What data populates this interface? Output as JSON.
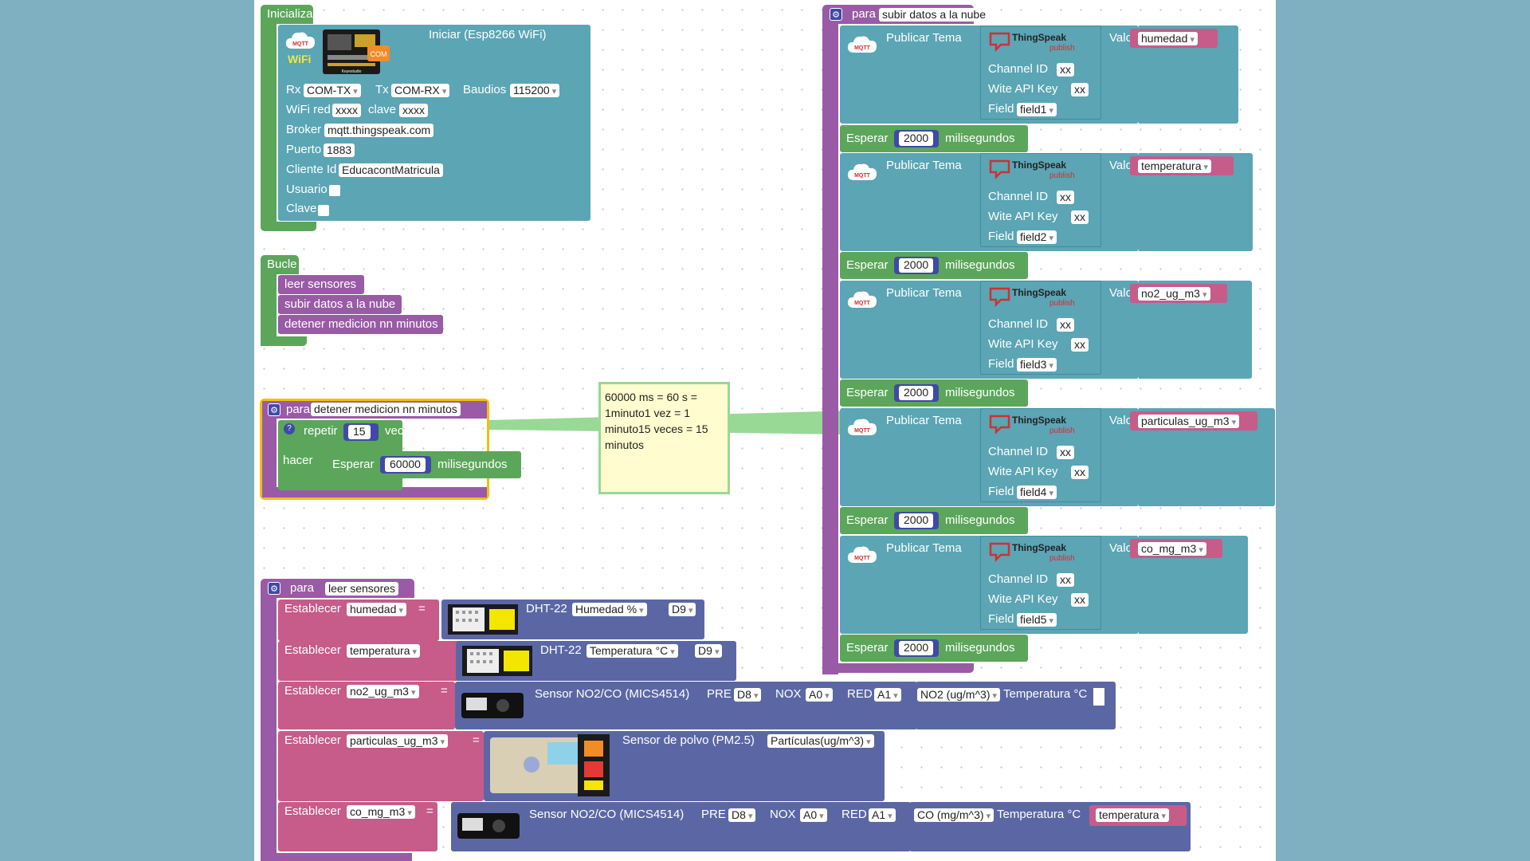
{
  "colors": {
    "green": "#5ba65b",
    "teal": "#5ba5b5",
    "purple": "#995ba5",
    "pink": "#c75b8a",
    "indigo": "#5b67a5",
    "highlight": "#f5c000",
    "comment_bg": "#fffdd0"
  },
  "init": {
    "hat": "Inicializar",
    "title": "Iniciar (Esp8266 WiFi)",
    "rx_label": "Rx",
    "rx_value": "COM-TX",
    "tx_label": "Tx",
    "tx_value": "COM-RX",
    "baud_label": "Baudios",
    "baud_value": "115200",
    "wifi_label": "WiFi red",
    "wifi_value": "xxxx",
    "clave_label": "clave",
    "clave_value": "xxxx",
    "broker_label": "Broker",
    "broker_value": "mqtt.thingspeak.com",
    "port_label": "Puerto",
    "port_value": "1883",
    "client_label": "Cliente Id",
    "client_value": "EducacontMatricula",
    "user_label": "Usuario",
    "pass_label": "Clave",
    "icon_mqtt": "MQTT",
    "icon_wifi": "WiFi",
    "icon_com": "COM",
    "board_name": "Keyestudio"
  },
  "loop": {
    "hat": "Bucle",
    "calls": [
      "leer sensores",
      "subir datos a la nube",
      "detener medicion nn minutos"
    ]
  },
  "stop": {
    "para": "para",
    "name": "detener medicion nn minutos",
    "repeat": "repetir",
    "times_value": "15",
    "times": "veces",
    "do": "hacer",
    "wait": "Esperar",
    "wait_value": "60000",
    "ms": "milisegundos"
  },
  "comment": {
    "text": "60000 ms = 60 s = 1minuto1 vez = 1 minuto15 veces = 15 minutos"
  },
  "read": {
    "para": "para",
    "name": "leer sensores",
    "set": "Establecer",
    "eq": "=",
    "rows": [
      {
        "var": "humedad",
        "sensor": "DHT-22",
        "opt": "Humedad %",
        "pin": "D9"
      },
      {
        "var": "temperatura",
        "sensor": "DHT-22",
        "opt": "Temperatura °C",
        "pin": "D9"
      },
      {
        "var": "no2_ug_m3",
        "sensor": "Sensor NO2/CO (MICS4514)",
        "pre": "PRE",
        "pre_v": "D8",
        "nox": "NOX",
        "nox_v": "A0",
        "red": "RED",
        "red_v": "A1",
        "opt": "NO2 (ug/m^3)",
        "temp": "Temperatura °C"
      },
      {
        "var": "particulas_ug_m3",
        "sensor": "Sensor de polvo (PM2.5)",
        "opt": "Partículas(ug/m^3)"
      },
      {
        "var": "co_mg_m3",
        "sensor": "Sensor NO2/CO (MICS4514)",
        "pre": "PRE",
        "pre_v": "D8",
        "nox": "NOX",
        "nox_v": "A0",
        "red": "RED",
        "red_v": "A1",
        "opt": "CO (mg/m^3)",
        "temp": "Temperatura °C",
        "temp_v": "temperatura"
      }
    ]
  },
  "upload": {
    "para": "para",
    "name": "subir datos a la nube",
    "pub": "Publicar Tema",
    "valor": "Valor",
    "channel": "Channel ID",
    "apikey": "Wite API Key",
    "field_label": "Field",
    "xx": "xx",
    "wait": "Esperar",
    "wait_value": "2000",
    "ms": "milisegundos",
    "ts_title": "ThingSpeak",
    "ts_sub": "publish",
    "mqtt": "MQTT",
    "items": [
      {
        "valor": "humedad",
        "field": "field1"
      },
      {
        "valor": "temperatura",
        "field": "field2"
      },
      {
        "valor": "no2_ug_m3",
        "field": "field3"
      },
      {
        "valor": "particulas_ug_m3",
        "field": "field4"
      },
      {
        "valor": "co_mg_m3",
        "field": "field5"
      }
    ]
  }
}
